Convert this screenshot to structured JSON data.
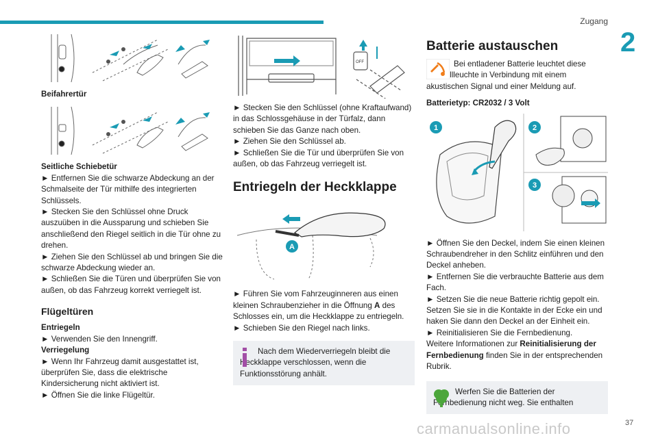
{
  "header": {
    "section": "Zugang",
    "chapter": "2",
    "page": "37"
  },
  "watermark": "carmanualsonline.info",
  "col1": {
    "caption1": "Beifahrertür",
    "caption2": "Seitliche Schiebetür",
    "steps": [
      "► Entfernen Sie die schwarze Abdeckung an der Schmalseite der Tür mithilfe des integrierten Schlüssels.",
      "► Stecken Sie den Schlüssel ohne Druck auszuüben in die Aussparung und schieben Sie anschließend den Riegel seitlich in die Tür ohne zu drehen.",
      "► Ziehen Sie den Schlüssel ab und bringen Sie die schwarze Abdeckung wieder an.",
      "► Schließen Sie die Türen und überprüfen Sie von außen, ob das Fahrzeug korrekt verriegelt ist."
    ],
    "fluegel_heading": "Flügeltüren",
    "entriegeln_label": "Entriegeln",
    "entriegeln_step": "► Verwenden Sie den Innengriff.",
    "verriegelung_label": "Verriegelung",
    "verriegelung_steps": [
      "► Wenn Ihr Fahrzeug damit ausgestattet ist, überprüfen Sie, dass die elektrische Kindersicherung nicht aktiviert ist.",
      "► Öffnen Sie die linke Flügeltür."
    ]
  },
  "col2": {
    "steps_top": [
      "► Stecken Sie den Schlüssel (ohne Kraftaufwand) in das Schlossgehäuse in der Türfalz, dann schieben Sie das Ganze nach oben.",
      "► Ziehen Sie den Schlüssel ab.",
      "► Schließen Sie die Tür und überprüfen Sie von außen, ob das Fahrzeug verriegelt ist."
    ],
    "heading": "Entriegeln der Heckklappe",
    "figure_label": "A",
    "off_label": "OFF",
    "step_a_pre": "► Führen Sie vom Fahrzeuginneren aus einen kleinen Schraubenzieher in die Öffnung ",
    "step_a_bold": "A",
    "step_a_post": " des Schlosses ein, um die Heckklappe zu entriegeln.",
    "step_b": "► Schieben Sie den Riegel nach links.",
    "info_text": "Nach dem Wiederverriegeln bleibt die Heckklappe verschlossen, wenn die Funktionsstörung anhält."
  },
  "col3": {
    "heading": "Batterie austauschen",
    "intro": "Bei entladener Batterie leuchtet diese Kontrollleuchte in Verbindung mit einem akustischen Signal und einer Meldung auf.",
    "battery_type": "Batterietyp: CR2032 / 3 Volt",
    "figure_labels": [
      "1",
      "2",
      "3"
    ],
    "steps": [
      "► Öffnen Sie den Deckel, indem Sie einen kleinen Schraubendreher in den Schlitz einführen und den Deckel anheben.",
      "► Entfernen Sie die verbrauchte Batterie aus dem Fach.",
      "► Setzen Sie die neue Batterie richtig gepolt ein. Setzen Sie sie in die Kontakte in der Ecke ein und haken Sie dann den Deckel an der Einheit ein.",
      "► Reinitialisieren Sie die Fernbedienung."
    ],
    "more_pre": "Weitere Informationen zur ",
    "more_bold": "Reinitialisierung der Fernbedienung",
    "more_post": " finden Sie in der entsprechenden Rubrik.",
    "env_text": "Werfen Sie die Batterien der Fernbedienung nicht weg. Sie enthalten"
  },
  "colors": {
    "accent": "#1a9bb4",
    "info_icon": "#a24ea6",
    "env_icon": "#4ca63b",
    "warn_icon": "#f07d1a"
  }
}
